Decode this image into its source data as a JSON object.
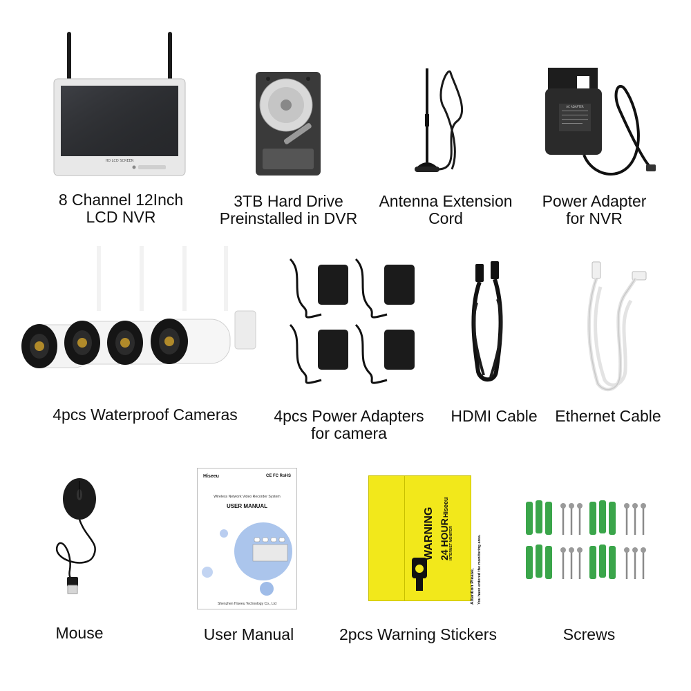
{
  "items": [
    {
      "line1": "8 Channel 12Inch",
      "line2": "LCD NVR"
    },
    {
      "line1": "3TB Hard Drive",
      "line2": "Preinstalled in DVR"
    },
    {
      "line1": "Antenna Extension",
      "line2": "Cord"
    },
    {
      "line1": "Power Adapter",
      "line2": "for NVR"
    },
    {
      "line1": "4pcs Waterproof Cameras",
      "line2": ""
    },
    {
      "line1": "4pcs Power Adapters",
      "line2": "for camera"
    },
    {
      "line1": "HDMI Cable",
      "line2": ""
    },
    {
      "line1": "Ethernet Cable",
      "line2": ""
    },
    {
      "line1": "Mouse",
      "line2": ""
    },
    {
      "line1": "User Manual",
      "line2": ""
    },
    {
      "line1": "2pcs Warning Stickers",
      "line2": ""
    },
    {
      "line1": "Screws",
      "line2": ""
    }
  ],
  "nvr": {
    "screen_label": "HD LCD SCREEN"
  },
  "adapter": {
    "label": "AC ADAPTER"
  },
  "manual": {
    "brand": "Hiseeu",
    "certs": "CE FC RoHS",
    "system": "Wireless Network Video Recorder System",
    "title": "USER MANUAL",
    "company": "Shenzhen Hiseeu Technology Co., Ltd"
  },
  "sticker": {
    "warning": "WARNING",
    "hours": "24 HOUR",
    "monitor": "INTERNET MONITOR",
    "brand": "Hiseeu",
    "attention": "Attention Please,",
    "notice": "You have entered the monitoring area."
  },
  "colors": {
    "sticker_yellow": "#f2e81b",
    "anchor_green": "#3aa54a",
    "text": "#111111"
  }
}
